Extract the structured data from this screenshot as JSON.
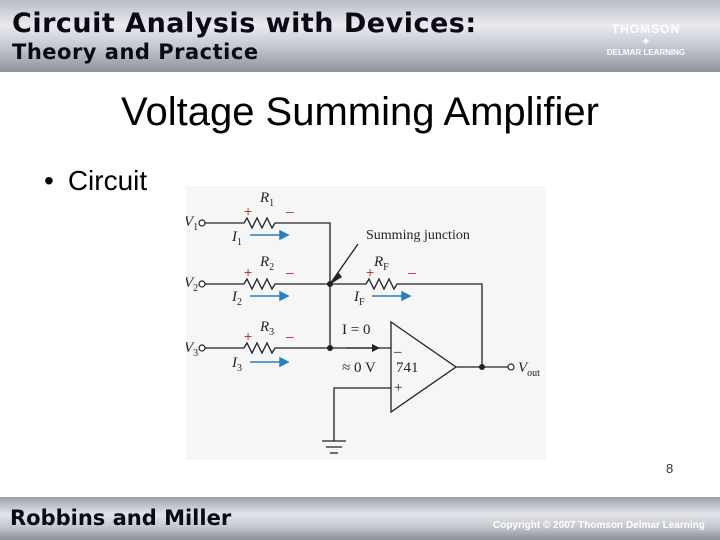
{
  "header": {
    "title_line1": "Circuit Analysis with Devices:",
    "title_line2": "Theory and Practice",
    "logo_top": "THOMSON",
    "logo_bottom": "DELMAR LEARNING"
  },
  "slide": {
    "title": "Voltage Summing Amplifier",
    "bullet": "Circuit",
    "page_number": "8"
  },
  "circuit": {
    "inputs": [
      {
        "voltage": "V",
        "sub": "1",
        "resistor": "R",
        "resistor_sub": "1",
        "current": "I",
        "current_sub": "1"
      },
      {
        "voltage": "V",
        "sub": "2",
        "resistor": "R",
        "resistor_sub": "2",
        "current": "I",
        "current_sub": "2"
      },
      {
        "voltage": "V",
        "sub": "3",
        "resistor": "R",
        "resistor_sub": "3",
        "current": "I",
        "current_sub": "3"
      }
    ],
    "feedback": {
      "resistor": "R",
      "resistor_sub": "F",
      "current": "I",
      "current_sub": "F"
    },
    "summing_label": "Summing junction",
    "zero_current": "I = 0",
    "zero_voltage": "≈ 0 V",
    "opamp_label": "741",
    "output": "V",
    "output_sub": "out",
    "plus": "+",
    "minus": "–",
    "colors": {
      "wire": "#222222",
      "current_arrow": "#2a7fc0",
      "polarity": "#c0392b"
    }
  },
  "footer": {
    "authors": "Robbins and Miller",
    "copyright": "Copyright © 2007 Thomson Delmar Learning"
  }
}
